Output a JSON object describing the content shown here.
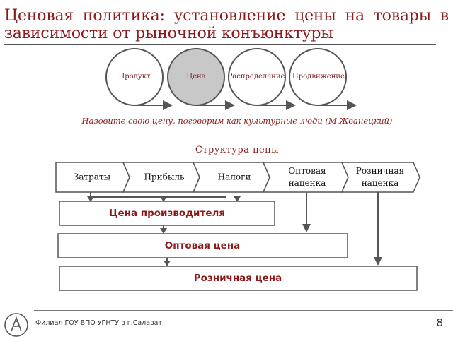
{
  "slide": {
    "title": "Ценовая политика: установление цены на товары в зависимости от рыночной конъюнктуры",
    "quote": "Назовите свою цену, поговорим как культурные люди (М.Жванецкий)",
    "footer_text": "Филиал ГОУ ВПО УГНТУ в г.Салават",
    "page_number": "8"
  },
  "marketing_mix": {
    "items": [
      {
        "label": "Продукт",
        "highlighted": false
      },
      {
        "label": "Цена",
        "highlighted": true
      },
      {
        "label": "Распределение",
        "highlighted": false
      },
      {
        "label": "Продвижение",
        "highlighted": false
      }
    ]
  },
  "price_structure": {
    "title": "Структура цены",
    "components": [
      {
        "label": "Затраты"
      },
      {
        "label": "Прибыль"
      },
      {
        "label": "Налоги"
      },
      {
        "label": "Оптовая наценка"
      },
      {
        "label": "Розничная наценка"
      }
    ],
    "prices": [
      {
        "label": "Цена производителя"
      },
      {
        "label": "Оптовая цена"
      },
      {
        "label": "Розничная цена"
      }
    ]
  },
  "colors": {
    "accent": "#8b1a1a",
    "highlight_circle": "#c8c8c8",
    "line": "#555555"
  }
}
